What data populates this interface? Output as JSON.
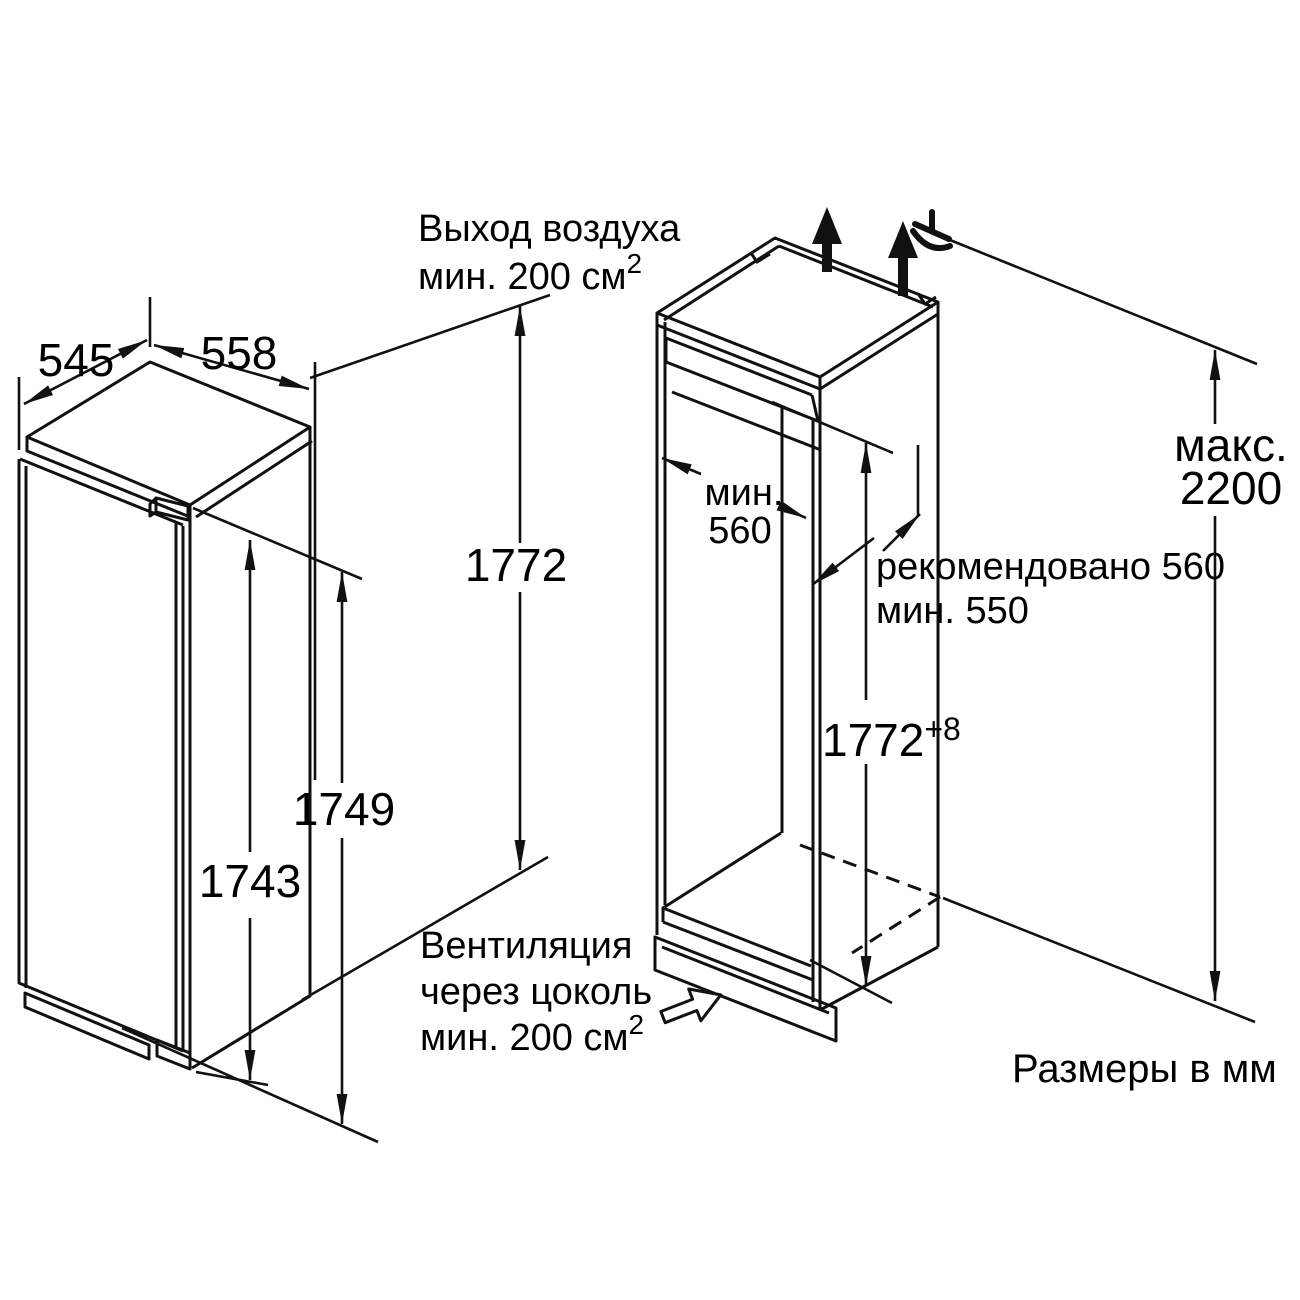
{
  "diagram": {
    "notes": {
      "air_outlet_line1": "Выход воздуха",
      "air_outlet_line2": "мин. 200 см",
      "air_outlet_sup": "2",
      "plinth_vent_line1": "Вентиляция",
      "plinth_vent_line2": "через цоколь",
      "plinth_vent_line3": "мин. 200 см",
      "plinth_vent_sup": "2",
      "units_note": "Размеры в мм"
    },
    "appliance_dims": {
      "depth": "545",
      "width": "558",
      "height": "1772",
      "door_height": "1749",
      "door_panel_height": "1743"
    },
    "niche_dims": {
      "width_label": "мин.",
      "width_value": "560",
      "depth_note_line1": "рекомендовано 560",
      "depth_note_line2": "мин. 550",
      "height_value": "1772",
      "height_tolerance": "+8",
      "ceiling_label": "макс.",
      "ceiling_value": "2200"
    }
  }
}
